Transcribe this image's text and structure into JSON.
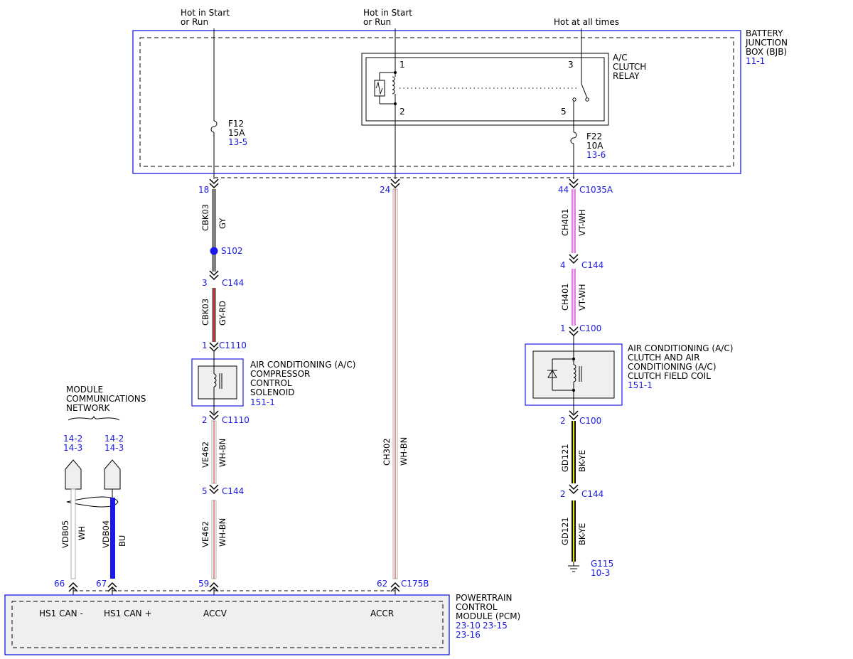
{
  "power": {
    "hot_start_run_1": [
      "Hot in Start",
      "or Run"
    ],
    "hot_start_run_2": [
      "Hot in Start",
      "or Run"
    ],
    "hot_all_times": "Hot at all times"
  },
  "bjb": {
    "label": [
      "BATTERY",
      "JUNCTION",
      "BOX (BJB)"
    ],
    "ref": "11-1"
  },
  "relay": {
    "label": [
      "A/C",
      "CLUTCH",
      "RELAY"
    ],
    "pin1": "1",
    "pin2": "2",
    "pin3": "3",
    "pin5": "5"
  },
  "fuses": {
    "f12": {
      "name": "F12",
      "rating": "15A",
      "ref": "13-5"
    },
    "f22": {
      "name": "F22",
      "rating": "10A",
      "ref": "13-6"
    }
  },
  "connectors": {
    "c18": "18",
    "c24": "24",
    "c44": "44",
    "c1035a": "C1035A",
    "s102": "S102",
    "c144_3_pin": "3",
    "c144_a": "C144",
    "c1110_1_pin": "1",
    "c1110_a": "C1110",
    "c1110_2_pin": "2",
    "c1110_b": "C1110",
    "c144_5_pin": "5",
    "c144_b": "C144",
    "c144_4_pin": "4",
    "c144_c": "C144",
    "c100_1_pin": "1",
    "c100_a": "C100",
    "c100_2_pin": "2",
    "c100_b": "C100",
    "c144_2_pin": "2",
    "c144_d": "C144",
    "pcm66": "66",
    "pcm67": "67",
    "pcm59": "59",
    "pcm62": "62",
    "c175b": "C175B"
  },
  "wires": {
    "cbk03_gy": {
      "circuit": "CBK03",
      "color": "GY"
    },
    "cbk03_gyrd": {
      "circuit": "CBK03",
      "color": "GY-RD"
    },
    "ve462_a": {
      "circuit": "VE462",
      "color": "WH-BN"
    },
    "ve462_b": {
      "circuit": "VE462",
      "color": "WH-BN"
    },
    "ch302": {
      "circuit": "CH302",
      "color": "WH-BN"
    },
    "ch401_a": {
      "circuit": "CH401",
      "color": "VT-WH"
    },
    "ch401_b": {
      "circuit": "CH401",
      "color": "VT-WH"
    },
    "gd121_a": {
      "circuit": "GD121",
      "color": "BK-YE"
    },
    "gd121_b": {
      "circuit": "GD121",
      "color": "BK-YE"
    },
    "vdb05": {
      "circuit": "VDB05",
      "color": "WH"
    },
    "vdb04": {
      "circuit": "VDB04",
      "color": "BU"
    }
  },
  "solenoid": {
    "label": [
      "AIR CONDITIONING (A/C)",
      "COMPRESSOR",
      "CONTROL",
      "SOLENOID"
    ],
    "ref": "151-1"
  },
  "clutch_coil": {
    "label": [
      "AIR CONDITIONING (A/C)",
      "CLUTCH AND AIR",
      "CONDITIONING (A/C)",
      "CLUTCH FIELD COIL"
    ],
    "ref": "151-1"
  },
  "network": {
    "label": [
      "MODULE",
      "COMMUNICATIONS",
      "NETWORK"
    ],
    "ref_a": [
      "14-2",
      "14-3"
    ],
    "ref_b": [
      "14-2",
      "14-3"
    ]
  },
  "ground": {
    "name": "G115",
    "ref": "10-3"
  },
  "pcm": {
    "label": [
      "POWERTRAIN",
      "CONTROL",
      "MODULE (PCM)"
    ],
    "refs": [
      "23-10",
      "23-15",
      "23-16"
    ],
    "pins": {
      "hs1_minus": "HS1 CAN -",
      "hs1_plus": "HS1 CAN +",
      "accv": "ACCV",
      "accr": "ACCR"
    }
  },
  "colors": {
    "frame": "#1a1ae6",
    "gray_wire": "#808080",
    "red_stripe": "#cc2222",
    "violet": "#e080e0",
    "yellow": "#e0e000",
    "blue_wire": "#1a1ae6",
    "module_fill": "#efefef"
  }
}
